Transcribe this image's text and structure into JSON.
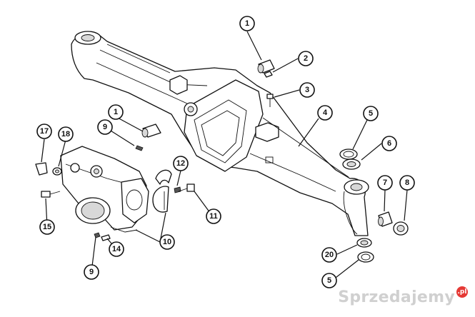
{
  "callouts": [
    {
      "label": "1"
    },
    {
      "label": "2"
    },
    {
      "label": "3"
    },
    {
      "label": "4"
    },
    {
      "label": "5"
    },
    {
      "label": "6"
    },
    {
      "label": "7"
    },
    {
      "label": "8"
    },
    {
      "label": "1"
    },
    {
      "label": "9"
    },
    {
      "label": "17"
    },
    {
      "label": "18"
    },
    {
      "label": "12"
    },
    {
      "label": "11"
    },
    {
      "label": "10"
    },
    {
      "label": "15"
    },
    {
      "label": "14"
    },
    {
      "label": "9"
    },
    {
      "label": "20"
    },
    {
      "label": "5"
    }
  ],
  "watermark": {
    "text": "Sprzedajemy",
    "badge": ".pl"
  }
}
